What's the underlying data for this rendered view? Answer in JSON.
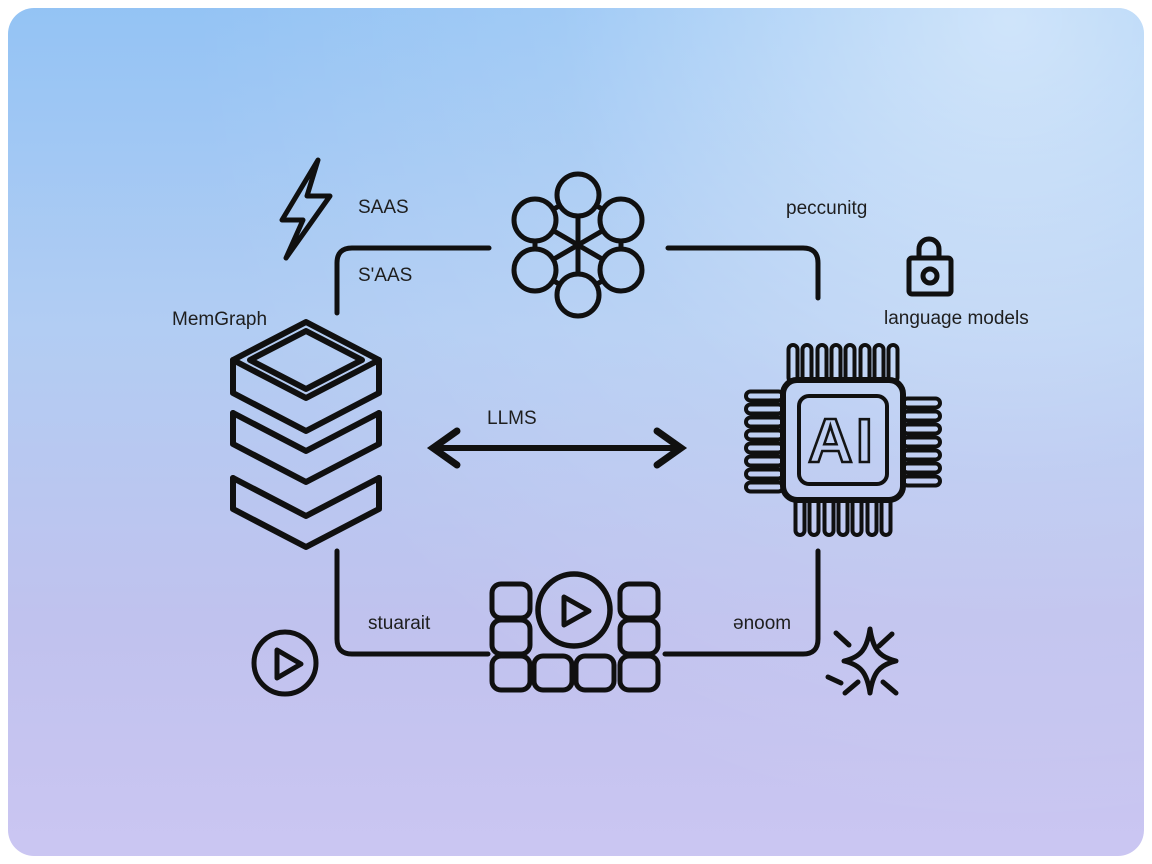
{
  "meta": {
    "description": "Flow diagram on blue-purple gradient card connecting a database stack (MemGraph) to an AI chip via LLMS, with network, media and security icons"
  },
  "colors": {
    "ink": "#141414",
    "card_top": "#93c3f4",
    "card_mid": "#b2cdf3",
    "card_bottom": "#cbc6f2",
    "highlight": "#ffffff",
    "page_bg": "#ffffff"
  },
  "labels": {
    "saas_top": "SAAS",
    "saas_bottom": "S'AAS",
    "peccunitg": "peccunitg",
    "memgraph": "MemGraph",
    "language_models": "language models",
    "llms": "LLMS",
    "stuarait": "stuarait",
    "snoom": "ǝnoom",
    "ai_chip": "AI"
  },
  "icons": [
    "lightning-bolt-icon",
    "network-nodes-icon",
    "lock-icon",
    "database-stack-icon",
    "ai-chip-icon",
    "double-arrow-icon",
    "play-circle-icon",
    "media-wall-play-icon",
    "sparkle-icon"
  ]
}
